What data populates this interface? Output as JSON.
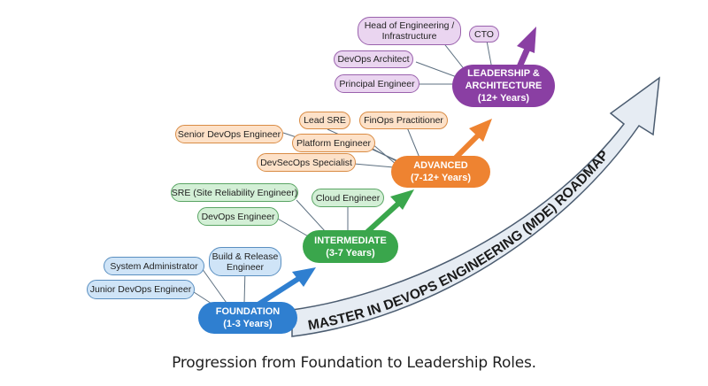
{
  "caption": "Progression from Foundation to Leadership Roles.",
  "roadmap_label": "MASTER IN DEVOPS ENGINEERING (MDE) ROADMAP",
  "colors": {
    "foundation": "#2f7fd0",
    "intermediate": "#3aa64c",
    "advanced": "#ee8331",
    "leadership": "#8a3fa3",
    "roadmap_arrow_fill": "#e6ecf3",
    "roadmap_arrow_stroke": "#4b5c70"
  },
  "stages": [
    {
      "id": "foundation",
      "title": "FOUNDATION",
      "years": "(1-3 Years)",
      "roles": [
        "Junior DevOps Engineer",
        "System Administrator",
        "Build & Release Engineer"
      ]
    },
    {
      "id": "intermediate",
      "title": "INTERMEDIATE",
      "years": "(3-7 Years)",
      "roles": [
        "DevOps Engineer",
        "SRE (Site Reliability Engineer)",
        "Cloud Engineer"
      ]
    },
    {
      "id": "advanced",
      "title": "ADVANCED",
      "years": "(7-12+ Years)",
      "roles": [
        "Senior DevOps Engineer",
        "Lead SRE",
        "Platform Engineer",
        "DevSecOps Specialist",
        "FinOps Practitioner"
      ]
    },
    {
      "id": "leadership",
      "title": "LEADERSHIP &",
      "title2": "ARCHITECTURE",
      "years": "(12+ Years)",
      "roles": [
        "Principal Engineer",
        "DevOps Architect",
        "Head of Engineering / Infrastructure",
        "CTO"
      ]
    }
  ],
  "role_labels": {
    "head_line1": "Head of Engineering /",
    "head_line2": "Infrastructure",
    "build_line1": "Build & Release",
    "build_line2": "Engineer"
  }
}
